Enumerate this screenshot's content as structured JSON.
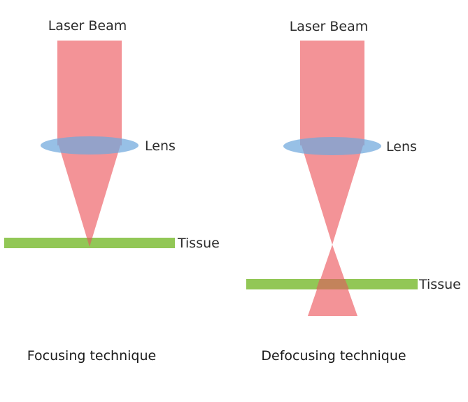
{
  "colors": {
    "beam": "#f28a8e",
    "lens": "#6fa8dc",
    "tissue": "#92c756",
    "text": "#2b2b2b"
  },
  "focusing": {
    "beam_label": "Laser Beam",
    "lens_label": "Lens",
    "tissue_label": "Tissue",
    "caption": "Focusing technique"
  },
  "defocusing": {
    "beam_label": "Laser Beam",
    "lens_label": "Lens",
    "tissue_label": "Tissue",
    "caption": "Defocusing technique"
  }
}
